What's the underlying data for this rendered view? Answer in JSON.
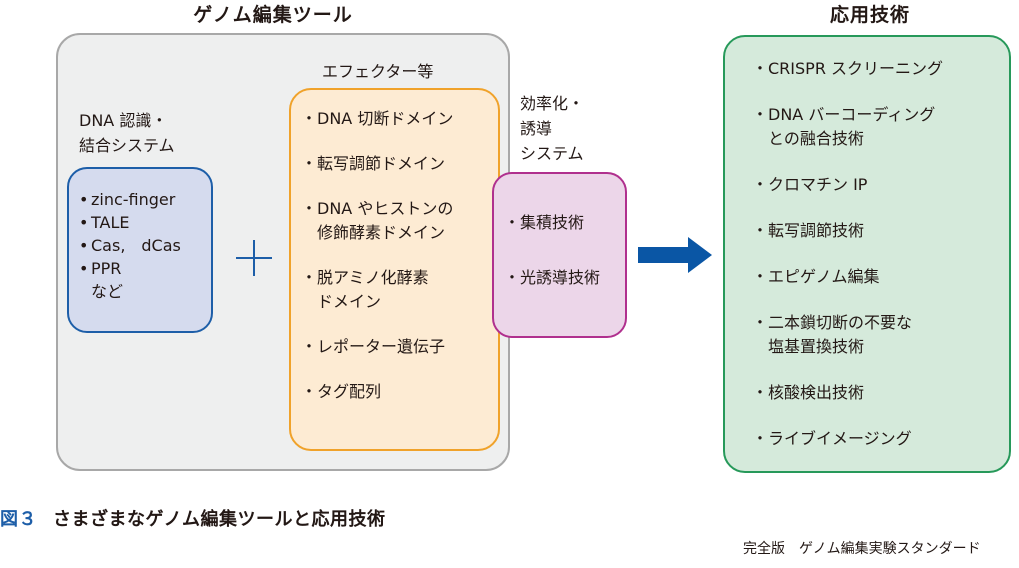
{
  "tools_section": {
    "title": "ゲノム編集ツール",
    "dna_recognition": {
      "label_line1": "DNA 認識・",
      "label_line2": "結合システム",
      "items": [
        "zinc-finger",
        "TALE",
        "Cas,　dCas",
        "PPR"
      ],
      "suffix": "など"
    },
    "plus_symbol": "plus-icon",
    "effectors": {
      "label": "エフェクター等",
      "items": [
        {
          "line1": "DNA 切断ドメイン",
          "line2": ""
        },
        {
          "line1": "転写調節ドメイン",
          "line2": ""
        },
        {
          "line1": "DNA やヒストンの",
          "line2": "修飾酵素ドメイン"
        },
        {
          "line1": "脱アミノ化酵素",
          "line2": "ドメイン"
        },
        {
          "line1": "レポーター遺伝子",
          "line2": ""
        },
        {
          "line1": "タグ配列",
          "line2": ""
        }
      ]
    },
    "efficiency": {
      "label_line1": "効率化・",
      "label_line2": "誘導",
      "label_line3": "システム",
      "items": [
        "集積技術",
        "光誘導技術"
      ]
    }
  },
  "arrow": "right-arrow-icon",
  "applications": {
    "title": "応用技術",
    "items": [
      {
        "line1": "CRISPR スクリーニング",
        "line2": ""
      },
      {
        "line1": "DNA バーコーディング",
        "line2": "との融合技術"
      },
      {
        "line1": "クロマチン IP",
        "line2": ""
      },
      {
        "line1": "転写調節技術",
        "line2": ""
      },
      {
        "line1": "エピゲノム編集",
        "line2": ""
      },
      {
        "line1": "二本鎖切断の不要な",
        "line2": "塩基置換技術"
      },
      {
        "line1": "核酸検出技術",
        "line2": ""
      },
      {
        "line1": "ライブイメージング",
        "line2": ""
      }
    ]
  },
  "caption": {
    "figure_number": "図３",
    "text": "さまざまなゲノム編集ツールと応用技術"
  },
  "footer": "完全版　ゲノム編集実験スタンダード",
  "colors": {
    "tools_box_fill": "#eeefef",
    "tools_box_border": "#a8a8a8",
    "dna_box_fill": "#d5dbee",
    "dna_box_border": "#1d5ea8",
    "effector_box_fill": "#fdebd3",
    "effector_box_border": "#f0a22a",
    "efficiency_box_fill": "#ecd6e9",
    "efficiency_box_border": "#b0308e",
    "applications_box_fill": "#d5eadb",
    "applications_box_border": "#27995a",
    "arrow": "#0a56a5",
    "figure_number": "#1d5ea8"
  }
}
